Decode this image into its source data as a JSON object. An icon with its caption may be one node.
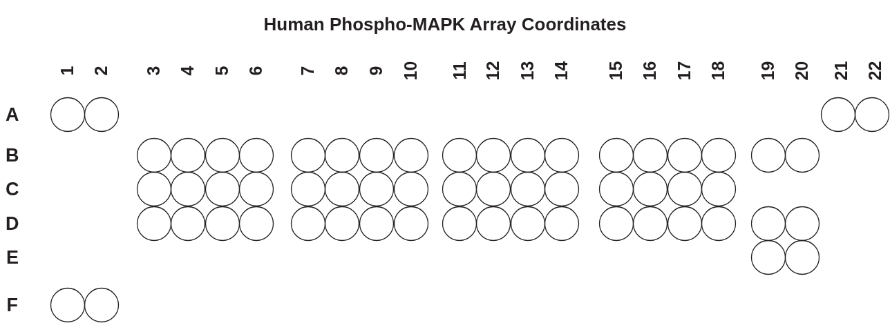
{
  "diagram": {
    "title": "Human Phospho-MAPK Array Coordinates",
    "labels": [
      "1",
      "2",
      "3",
      "4",
      "5",
      "6",
      "7",
      "8",
      "9",
      "10",
      "11",
      "12",
      "13",
      "14",
      "15",
      "16",
      "17",
      "18",
      "19",
      "20",
      "21",
      "22",
      "A",
      "B",
      "C",
      "D",
      "E",
      "F"
    ]
  }
}
